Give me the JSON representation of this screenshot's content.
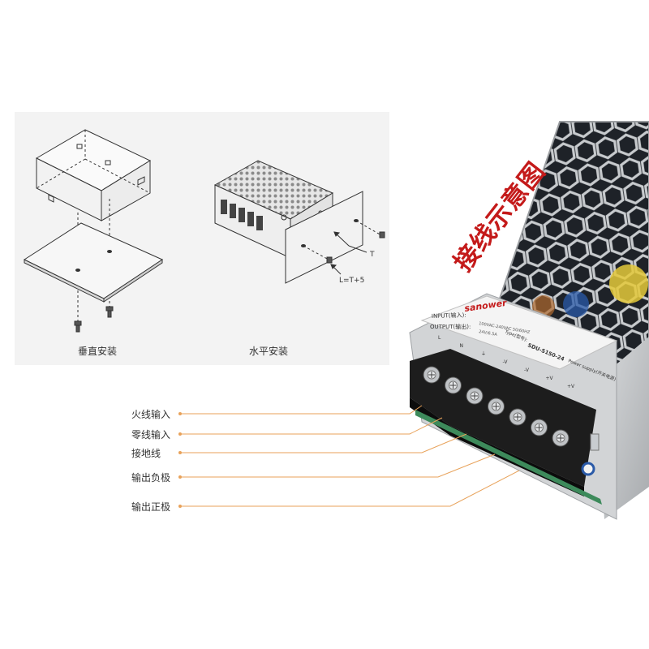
{
  "installation": {
    "vertical_caption": "垂直安装",
    "horizontal_caption": "水平安装",
    "screw_length_label": "T",
    "screw_formula_label": "L=T+5"
  },
  "wiring": {
    "title": "接线示意图",
    "labels": [
      "火线输入",
      "零线输入",
      "接地线",
      "输出负极",
      "输出正极"
    ]
  },
  "product": {
    "brand": "sanower",
    "model": "SDU-S150-24",
    "type_label": "Type(型号):",
    "desc": "Power supply(开关电源)",
    "input_label": "INPUT(输入):",
    "input_value": "100VAC-240VAC 50/60HZ",
    "output_label": "OUTPUT(输出):",
    "output_value": "24V/6.5A",
    "terminals": [
      "L",
      "N",
      "⏚",
      "-V",
      "-V",
      "+V",
      "+V"
    ]
  },
  "colors": {
    "accent_red": "#c41a1a",
    "leader_orange": "#e8a25a"
  }
}
